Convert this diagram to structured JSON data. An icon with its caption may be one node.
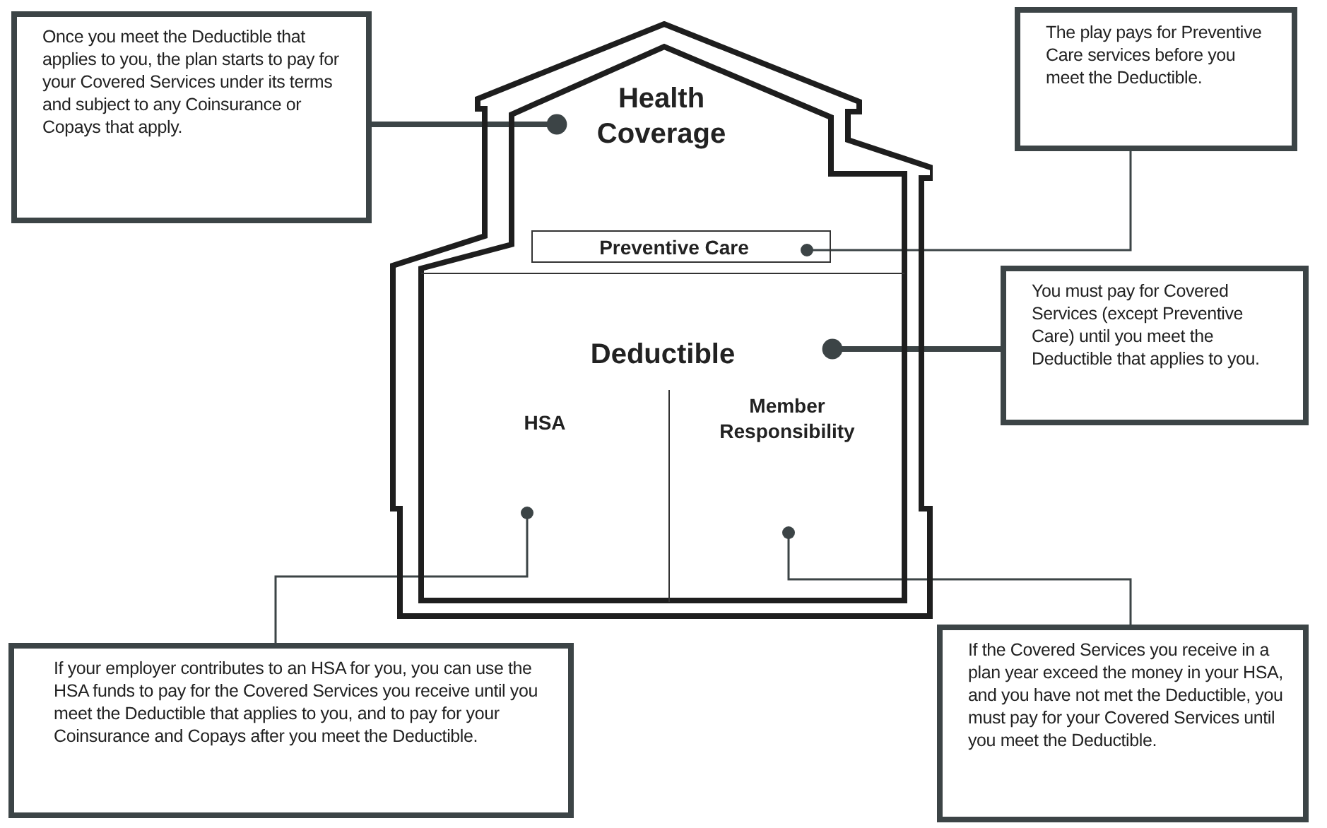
{
  "diagram": {
    "nodes": [
      {
        "text": [
          "Once you meet the Deductible that applies to you, the plan starts to pay for your Covered Services under its terms and subject to any Coinsurance or Copays that apply."
        ]
      },
      {
        "text": [
          "Health Coverage"
        ]
      },
      {
        "text": [
          "Preventive Care"
        ],
        "in": 1
      },
      {
        "text": [
          "The play pays for Preventive Care services before you meet the Deductible."
        ]
      },
      {
        "text": [
          "Deductible"
        ],
        "in": 1
      },
      {
        "text": [
          "You must pay for Covered Services (except Preventive Care) until you meet the Deductible that applies to you."
        ]
      },
      {
        "text": [
          "HSA"
        ],
        "in": 4
      },
      {
        "text": [
          "Member Responsibility"
        ],
        "in": 4
      },
      {
        "text": [
          "If your employer contributes to an HSA for you, you can use the HSA funds to pay for the Covered Services you receive until you meet the Deductible that applies to you, and to pay for your Coinsurance and Copays after you meet the Deductible."
        ]
      },
      {
        "text": [
          "If the Covered Services you receive in a plan year exceed the money in your HSA, and you have not met the Deductible, you must pay for your Covered Services until you meet the Deductible."
        ]
      }
    ],
    "edges": [
      {
        "from": 0,
        "to": 1,
        "arrow": "other",
        "style": "thick"
      },
      {
        "from": 3,
        "to": 2,
        "arrow": "other"
      },
      {
        "from": 5,
        "to": 4,
        "arrow": "other",
        "style": "thick"
      },
      {
        "from": 8,
        "to": 6,
        "arrow": "other"
      },
      {
        "from": 9,
        "to": 7,
        "arrow": "other"
      }
    ]
  }
}
